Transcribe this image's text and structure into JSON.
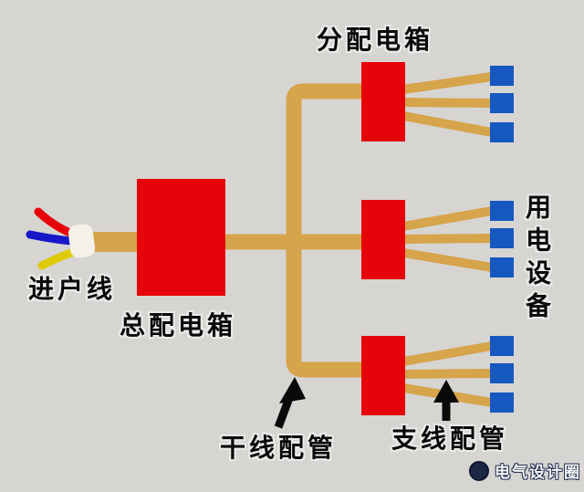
{
  "diagram": {
    "title_implied": "electrical-distribution-diagram",
    "labels": {
      "incoming_line": "进户线",
      "main_panel": "总配电箱",
      "sub_panel": "分配电箱",
      "devices": "用电设备",
      "trunk_conduit": "干线配管",
      "branch_conduit": "支线配管"
    },
    "watermark": {
      "text": "电气设计圈"
    },
    "structure": {
      "sub_panel_count": 3,
      "devices_per_panel": 3
    },
    "colors": {
      "background": "#d7d5d2",
      "panel_red": "#e60309",
      "conduit_tan": "#d5a44b",
      "device_blue": "#1558c0",
      "wire_red": "#e60309",
      "wire_blue": "#1717c9",
      "wire_yellow": "#e0ca06",
      "cable_sheath": "#f4f1e9",
      "arrow_black": "#0a0a0a",
      "watermark_navy": "#1c2746"
    }
  }
}
